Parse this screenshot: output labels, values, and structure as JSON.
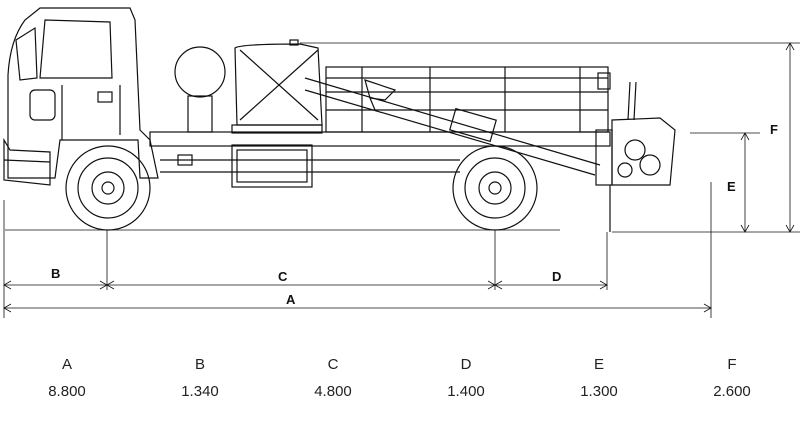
{
  "diagram": {
    "dimension_labels": {
      "A": "A",
      "B": "B",
      "C": "C",
      "D": "D",
      "E": "E",
      "F": "F"
    }
  },
  "table": {
    "headers": [
      "A",
      "B",
      "C",
      "D",
      "E",
      "F"
    ],
    "values": [
      "8.800",
      "1.340",
      "4.800",
      "1.400",
      "1.300",
      "2.600"
    ]
  }
}
